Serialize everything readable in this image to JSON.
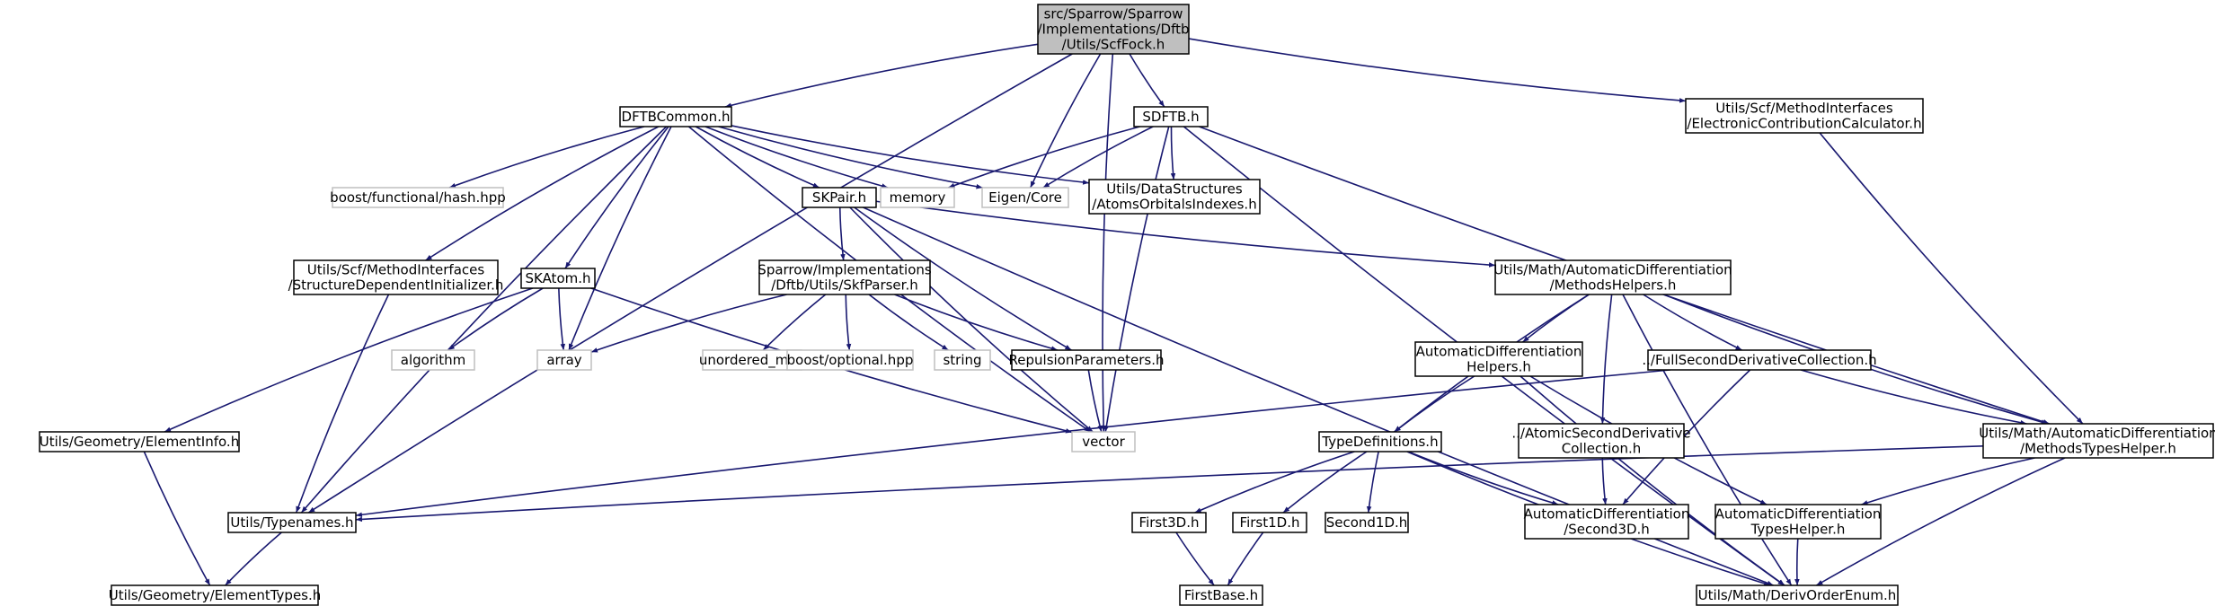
{
  "colors": {
    "edge": "#191970",
    "root_fill": "#bfbfbf",
    "root_stroke": "#000000",
    "node_stroke": "#000000",
    "external_stroke": "#bfbfbf",
    "text": "#000000"
  },
  "nodes": [
    {
      "id": "scffock",
      "lines": [
        "src/Sparrow/Sparrow",
        "/Implementations/Dftb",
        "/Utils/ScfFock.h"
      ],
      "kind": "root"
    },
    {
      "id": "dftbcommon",
      "lines": [
        "DFTBCommon.h"
      ],
      "kind": "header"
    },
    {
      "id": "sdftb",
      "lines": [
        "SDFTB.h"
      ],
      "kind": "header"
    },
    {
      "id": "electroniccontrib",
      "lines": [
        "Utils/Scf/MethodInterfaces",
        "/ElectronicContributionCalculator.h"
      ],
      "kind": "header"
    },
    {
      "id": "boosthash",
      "lines": [
        "boost/functional/hash.hpp"
      ],
      "kind": "external"
    },
    {
      "id": "memory",
      "lines": [
        "memory"
      ],
      "kind": "external"
    },
    {
      "id": "eigencore",
      "lines": [
        "Eigen/Core"
      ],
      "kind": "external"
    },
    {
      "id": "atomsorbitals",
      "lines": [
        "Utils/DataStructures",
        "/AtomsOrbitalsIndexes.h"
      ],
      "kind": "header"
    },
    {
      "id": "skpair",
      "lines": [
        "SKPair.h"
      ],
      "kind": "header"
    },
    {
      "id": "structdep",
      "lines": [
        "Utils/Scf/MethodInterfaces",
        "/StructureDependentInitializer.h"
      ],
      "kind": "header"
    },
    {
      "id": "skatom",
      "lines": [
        "SKAtom.h"
      ],
      "kind": "header"
    },
    {
      "id": "skfparser",
      "lines": [
        "Sparrow/Implementations",
        "/Dftb/Utils/SkfParser.h"
      ],
      "kind": "header"
    },
    {
      "id": "methodshelpers",
      "lines": [
        "Utils/Math/AutomaticDifferentiation",
        "/MethodsHelpers.h"
      ],
      "kind": "header"
    },
    {
      "id": "algorithm",
      "lines": [
        "algorithm"
      ],
      "kind": "external"
    },
    {
      "id": "array",
      "lines": [
        "array"
      ],
      "kind": "external"
    },
    {
      "id": "unorderedmap",
      "lines": [
        "unordered_map"
      ],
      "kind": "external"
    },
    {
      "id": "boostoptional",
      "lines": [
        "boost/optional.hpp"
      ],
      "kind": "external"
    },
    {
      "id": "string",
      "lines": [
        "string"
      ],
      "kind": "external"
    },
    {
      "id": "repulsion",
      "lines": [
        "RepulsionParameters.h"
      ],
      "kind": "header"
    },
    {
      "id": "adhelpers",
      "lines": [
        "AutomaticDifferentiation",
        "Helpers.h"
      ],
      "kind": "header"
    },
    {
      "id": "fullsecond",
      "lines": [
        "../FullSecondDerivativeCollection.h"
      ],
      "kind": "header"
    },
    {
      "id": "elementinfo",
      "lines": [
        "Utils/Geometry/ElementInfo.h"
      ],
      "kind": "header"
    },
    {
      "id": "vector",
      "lines": [
        "vector"
      ],
      "kind": "external"
    },
    {
      "id": "typedefs",
      "lines": [
        "TypeDefinitions.h"
      ],
      "kind": "header"
    },
    {
      "id": "atomicsecond",
      "lines": [
        "../AtomicSecondDerivative",
        "Collection.h"
      ],
      "kind": "header"
    },
    {
      "id": "methodstypeshelper",
      "lines": [
        "Utils/Math/AutomaticDifferentiation",
        "/MethodsTypesHelper.h"
      ],
      "kind": "header"
    },
    {
      "id": "typenames",
      "lines": [
        "Utils/Typenames.h"
      ],
      "kind": "header"
    },
    {
      "id": "first3d",
      "lines": [
        "First3D.h"
      ],
      "kind": "header"
    },
    {
      "id": "first1d",
      "lines": [
        "First1D.h"
      ],
      "kind": "header"
    },
    {
      "id": "second1d",
      "lines": [
        "Second1D.h"
      ],
      "kind": "header"
    },
    {
      "id": "adsecond3d",
      "lines": [
        "AutomaticDifferentiation",
        "/Second3D.h"
      ],
      "kind": "header"
    },
    {
      "id": "adtypeshelper",
      "lines": [
        "AutomaticDifferentiation",
        "TypesHelper.h"
      ],
      "kind": "header"
    },
    {
      "id": "elementtypes",
      "lines": [
        "Utils/Geometry/ElementTypes.h"
      ],
      "kind": "header"
    },
    {
      "id": "firstbase",
      "lines": [
        "FirstBase.h"
      ],
      "kind": "header"
    },
    {
      "id": "derivorder",
      "lines": [
        "Utils/Math/DerivOrderEnum.h"
      ],
      "kind": "header"
    }
  ],
  "edges": [
    [
      "scffock",
      "dftbcommon"
    ],
    [
      "scffock",
      "sdftb"
    ],
    [
      "scffock",
      "electroniccontrib"
    ],
    [
      "scffock",
      "eigencore"
    ],
    [
      "scffock",
      "vector"
    ],
    [
      "scffock",
      "typenames"
    ],
    [
      "dftbcommon",
      "boosthash"
    ],
    [
      "dftbcommon",
      "memory"
    ],
    [
      "dftbcommon",
      "eigencore"
    ],
    [
      "dftbcommon",
      "atomsorbitals"
    ],
    [
      "dftbcommon",
      "skpair"
    ],
    [
      "dftbcommon",
      "structdep"
    ],
    [
      "dftbcommon",
      "skatom"
    ],
    [
      "dftbcommon",
      "array"
    ],
    [
      "dftbcommon",
      "vector"
    ],
    [
      "dftbcommon",
      "typenames"
    ],
    [
      "sdftb",
      "memory"
    ],
    [
      "sdftb",
      "eigencore"
    ],
    [
      "sdftb",
      "atomsorbitals"
    ],
    [
      "sdftb",
      "vector"
    ],
    [
      "sdftb",
      "methodstypeshelper"
    ],
    [
      "sdftb",
      "derivorder"
    ],
    [
      "electroniccontrib",
      "methodstypeshelper"
    ],
    [
      "skpair",
      "skfparser"
    ],
    [
      "skpair",
      "methodshelpers"
    ],
    [
      "skpair",
      "repulsion"
    ],
    [
      "skpair",
      "vector"
    ],
    [
      "skpair",
      "derivorder"
    ],
    [
      "structdep",
      "typenames"
    ],
    [
      "skatom",
      "algorithm"
    ],
    [
      "skatom",
      "array"
    ],
    [
      "skatom",
      "elementinfo"
    ],
    [
      "skatom",
      "vector"
    ],
    [
      "skfparser",
      "array"
    ],
    [
      "skfparser",
      "unorderedmap"
    ],
    [
      "skfparser",
      "boostoptional"
    ],
    [
      "skfparser",
      "string"
    ],
    [
      "skfparser",
      "repulsion"
    ],
    [
      "methodshelpers",
      "adhelpers"
    ],
    [
      "methodshelpers",
      "fullsecond"
    ],
    [
      "methodshelpers",
      "atomicsecond"
    ],
    [
      "methodshelpers",
      "methodstypeshelper"
    ],
    [
      "methodshelpers",
      "typedefs"
    ],
    [
      "methodshelpers",
      "derivorder"
    ],
    [
      "repulsion",
      "vector"
    ],
    [
      "adhelpers",
      "typedefs"
    ],
    [
      "adhelpers",
      "adtypeshelper"
    ],
    [
      "adhelpers",
      "derivorder"
    ],
    [
      "fullsecond",
      "typenames"
    ],
    [
      "fullsecond",
      "adsecond3d"
    ],
    [
      "fullsecond",
      "methodstypeshelper"
    ],
    [
      "elementinfo",
      "elementtypes"
    ],
    [
      "typedefs",
      "first3d"
    ],
    [
      "typedefs",
      "first1d"
    ],
    [
      "typedefs",
      "second1d"
    ],
    [
      "typedefs",
      "adsecond3d"
    ],
    [
      "typedefs",
      "derivorder"
    ],
    [
      "atomicsecond",
      "adsecond3d"
    ],
    [
      "methodstypeshelper",
      "typenames"
    ],
    [
      "methodstypeshelper",
      "adtypeshelper"
    ],
    [
      "methodstypeshelper",
      "derivorder"
    ],
    [
      "typenames",
      "elementtypes"
    ],
    [
      "first3d",
      "firstbase"
    ],
    [
      "first1d",
      "firstbase"
    ],
    [
      "adtypeshelper",
      "derivorder"
    ]
  ]
}
